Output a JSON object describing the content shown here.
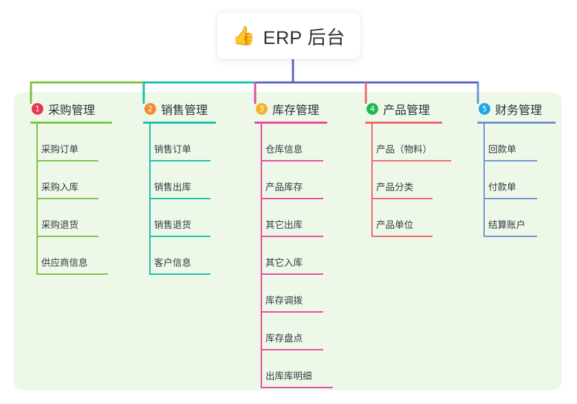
{
  "root": {
    "icon": "thumbs-up-icon",
    "emoji": "👍",
    "title": "ERP 后台"
  },
  "theme": {
    "panel_bg": "#edf8e9",
    "card_bg": "#ffffff",
    "text": "#2b2f36",
    "root_connector": "#5a62c3"
  },
  "columns": [
    {
      "index": "1",
      "title": "采购管理",
      "badge_color": "#e8384f",
      "line_color": "#7dc242",
      "items": [
        {
          "label": "采购订单",
          "width": 90
        },
        {
          "label": "采购入库",
          "width": 90
        },
        {
          "label": "采购退货",
          "width": 90
        },
        {
          "label": "供应商信息",
          "width": 104
        }
      ]
    },
    {
      "index": "2",
      "title": "销售管理",
      "badge_color": "#f58a30",
      "line_color": "#18bfae",
      "items": [
        {
          "label": "销售订单",
          "width": 89
        },
        {
          "label": "销售出库",
          "width": 89
        },
        {
          "label": "销售退货",
          "width": 89
        },
        {
          "label": "客户信息",
          "width": 89
        }
      ]
    },
    {
      "index": "3",
      "title": "库存管理",
      "badge_color": "#f5b128",
      "line_color": "#e8489c",
      "items": [
        {
          "label": "仓库信息",
          "width": 91
        },
        {
          "label": "产品库存",
          "width": 91
        },
        {
          "label": "其它出库",
          "width": 91
        },
        {
          "label": "其它入库",
          "width": 91
        },
        {
          "label": "库存调拨",
          "width": 91
        },
        {
          "label": "库存盘点",
          "width": 91
        },
        {
          "label": "出库库明细",
          "width": 105
        }
      ]
    },
    {
      "index": "4",
      "title": "产品管理",
      "badge_color": "#1db954",
      "line_color": "#f4636b",
      "items": [
        {
          "label": "产品（物料）",
          "width": 116
        },
        {
          "label": "产品分类",
          "width": 89
        },
        {
          "label": "产品单位",
          "width": 89
        }
      ]
    },
    {
      "index": "5",
      "title": "财务管理",
      "badge_color": "#1ea7e8",
      "line_color": "#6f8fd6",
      "items": [
        {
          "label": "回款单",
          "width": 78
        },
        {
          "label": "付款单",
          "width": 78
        },
        {
          "label": "结算账户",
          "width": 78
        }
      ]
    }
  ]
}
